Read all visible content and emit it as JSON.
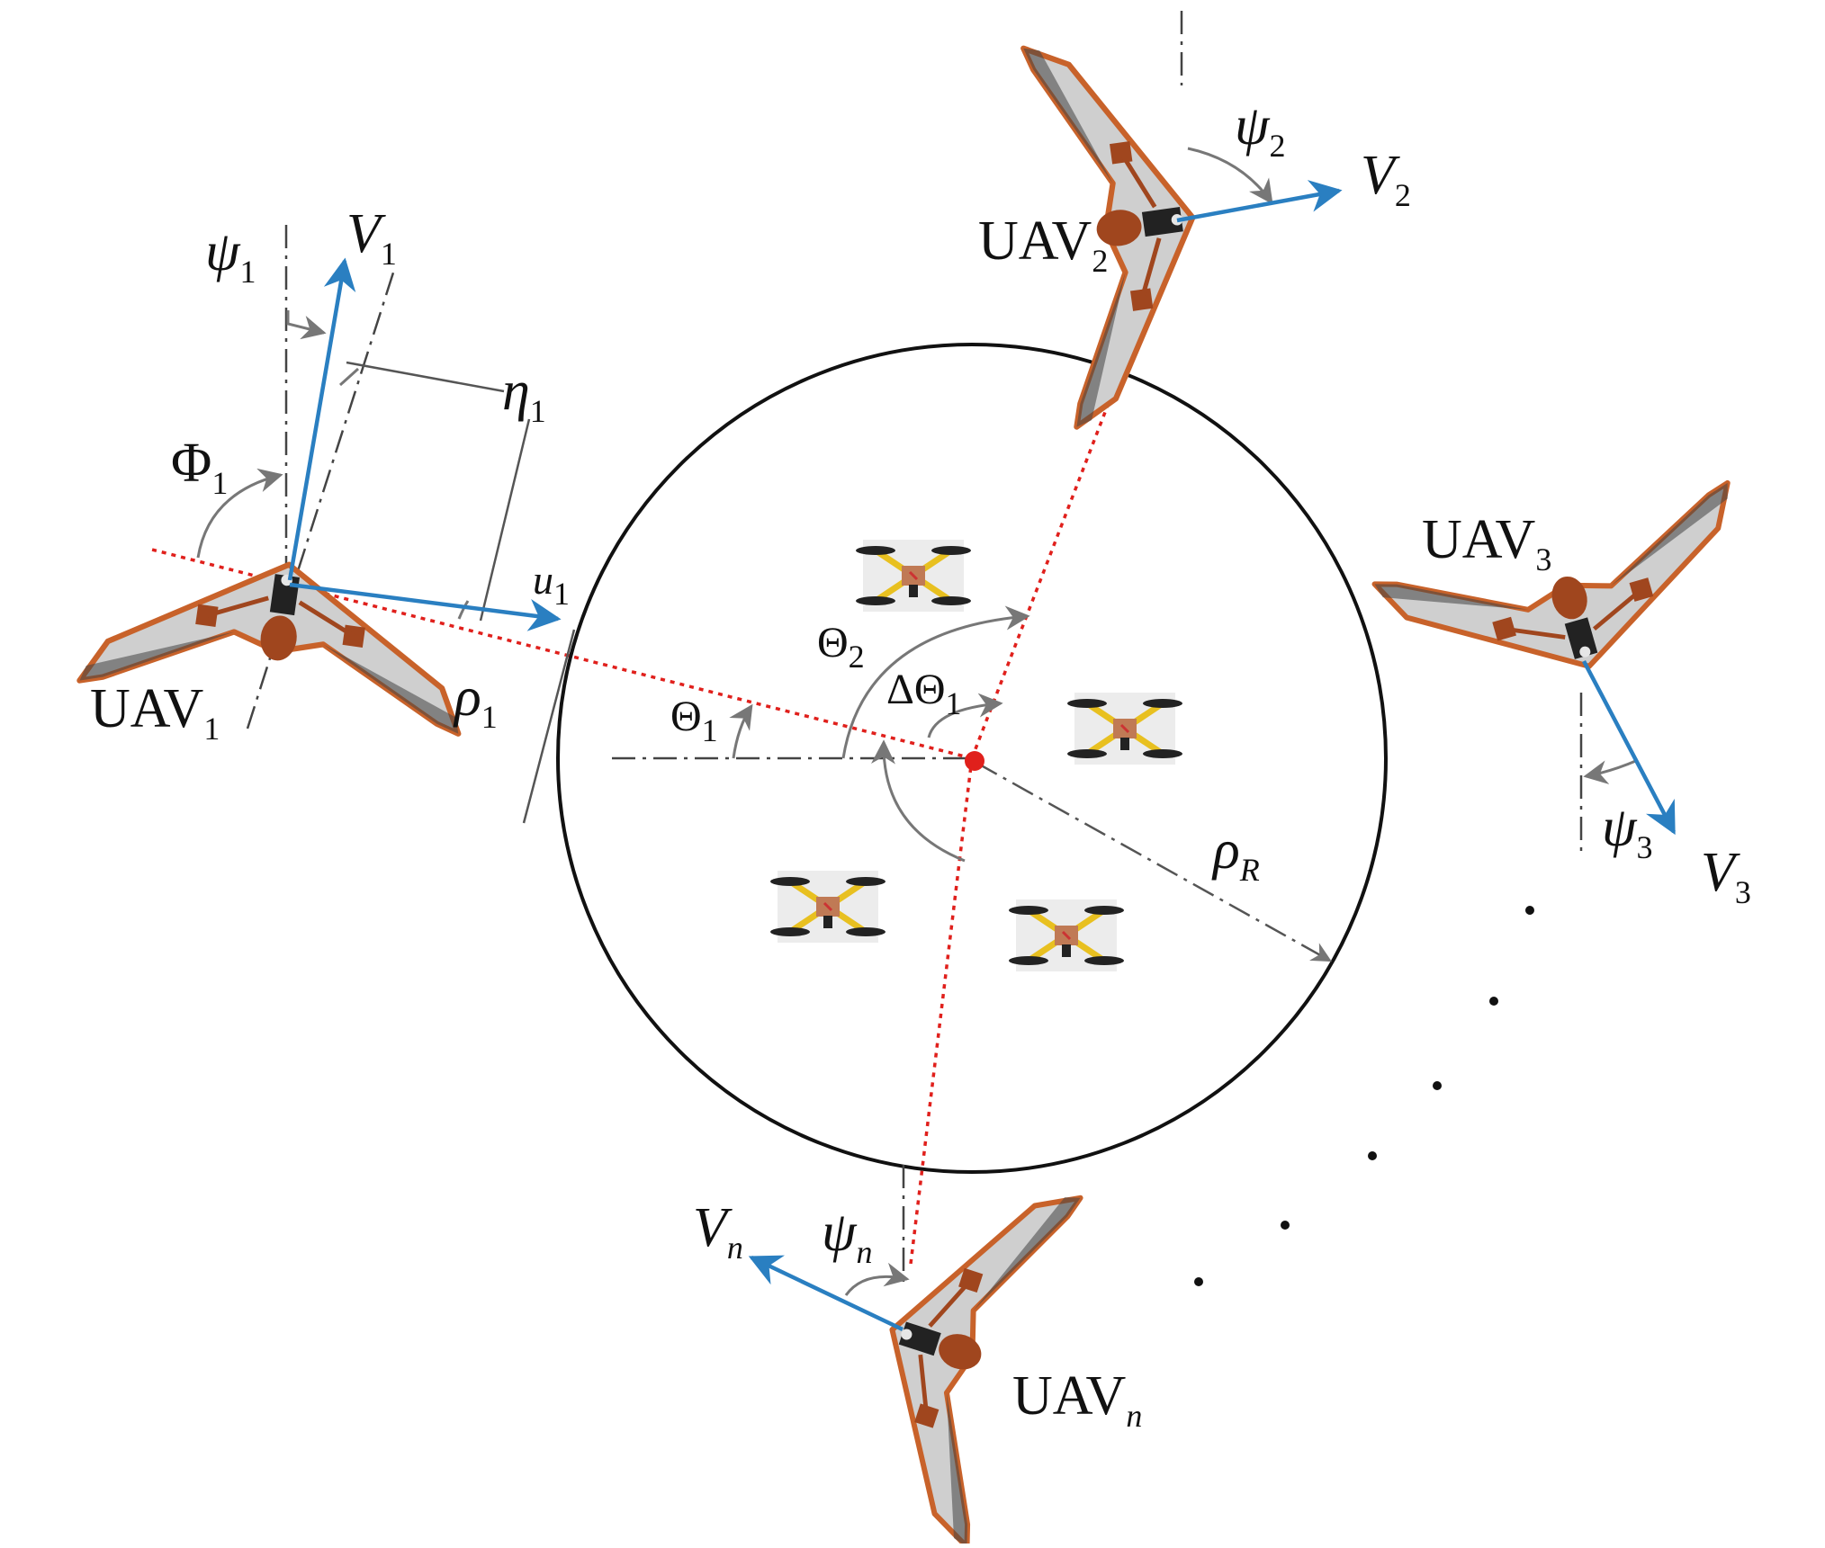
{
  "colors": {
    "velocity": "#2a7fc1",
    "los": "#e0201c",
    "angle_arc": "#777777",
    "wing": "#cfcfcf",
    "wing_edge": "#c8622a",
    "center": "#e0201c"
  },
  "labels": {
    "uav1": {
      "base": "UAV",
      "sub": "1"
    },
    "uav2": {
      "base": "UAV",
      "sub": "2"
    },
    "uav3": {
      "base": "UAV",
      "sub": "3"
    },
    "uavn": {
      "base": "UAV",
      "sub": "n"
    },
    "v1": {
      "base": "V",
      "sub": "1"
    },
    "v2": {
      "base": "V",
      "sub": "2"
    },
    "v3": {
      "base": "V",
      "sub": "3"
    },
    "vn": {
      "base": "V",
      "sub": "n"
    },
    "psi1": {
      "base": "ψ",
      "sub": "1"
    },
    "psi2": {
      "base": "ψ",
      "sub": "2"
    },
    "psi3": {
      "base": "ψ",
      "sub": "3"
    },
    "psin": {
      "base": "ψ",
      "sub": "n"
    },
    "eta1": {
      "base": "η",
      "sub": "1"
    },
    "phi1": {
      "base": "Φ",
      "sub": "1"
    },
    "u1": {
      "base": "u",
      "sub": "1"
    },
    "rho1": {
      "base": "ρ",
      "sub": "1"
    },
    "rhoR": {
      "base": "ρ",
      "sub": "R"
    },
    "theta1": {
      "base": "Θ",
      "sub": "1"
    },
    "theta2": {
      "base": "Θ",
      "sub": "2"
    },
    "dtheta1": {
      "base": "ΔΘ",
      "sub": "1"
    }
  }
}
